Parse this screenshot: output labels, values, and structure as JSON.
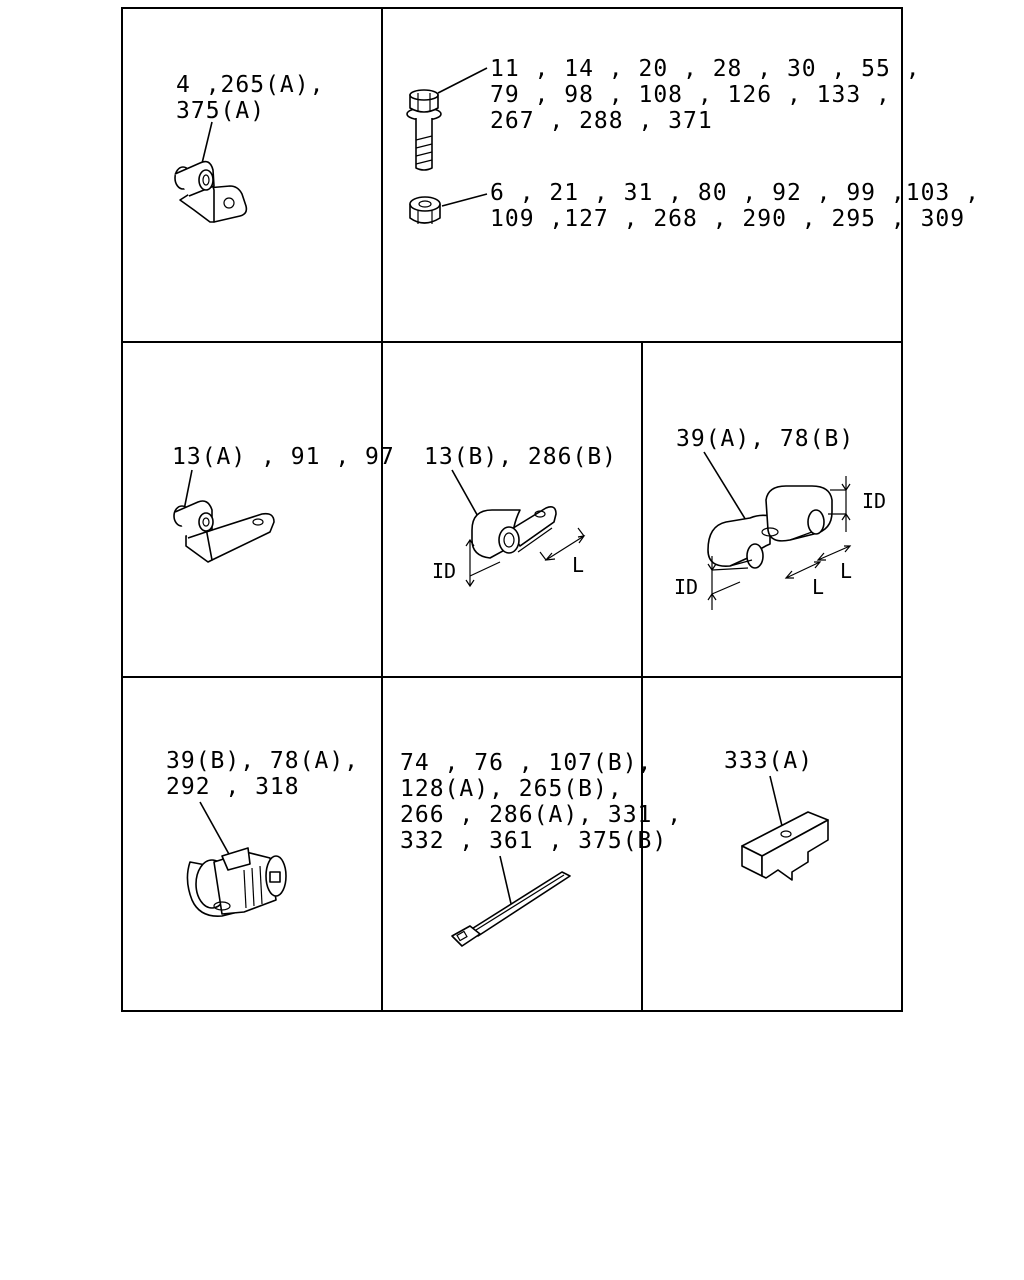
{
  "cells": [
    {
      "id": "cell-1",
      "lines": [
        "4 ,265(A),",
        "375(A)"
      ]
    },
    {
      "id": "cell-2-bolt",
      "lines": [
        "11 , 14 , 20 , 28 , 30 , 55 ,",
        "79 , 98 , 108 , 126 , 133 ,",
        "267 , 288 , 371"
      ]
    },
    {
      "id": "cell-2-nut",
      "lines": [
        "6 , 21 , 31 , 80 , 92 , 99 ,103 ,",
        "109 ,127 , 268 , 290 , 295 , 309"
      ]
    },
    {
      "id": "cell-3",
      "lines": [
        "13(A) , 91 , 97"
      ]
    },
    {
      "id": "cell-4",
      "lines": [
        "13(B), 286(B)"
      ],
      "dims": {
        "id": "ID",
        "l": "L"
      }
    },
    {
      "id": "cell-5",
      "lines": [
        "39(A), 78(B)"
      ],
      "dims": {
        "id_top": "ID",
        "id_bottom": "ID",
        "l_outer": "L",
        "l_inner": "L"
      }
    },
    {
      "id": "cell-6",
      "lines": [
        "39(B), 78(A),",
        "292 , 318"
      ]
    },
    {
      "id": "cell-7",
      "lines": [
        "74 , 76 , 107(B),",
        "128(A), 265(B),",
        "266 , 286(A), 331 ,",
        "332 , 361 , 375(B)"
      ]
    },
    {
      "id": "cell-8",
      "lines": [
        "333(A)"
      ]
    }
  ]
}
